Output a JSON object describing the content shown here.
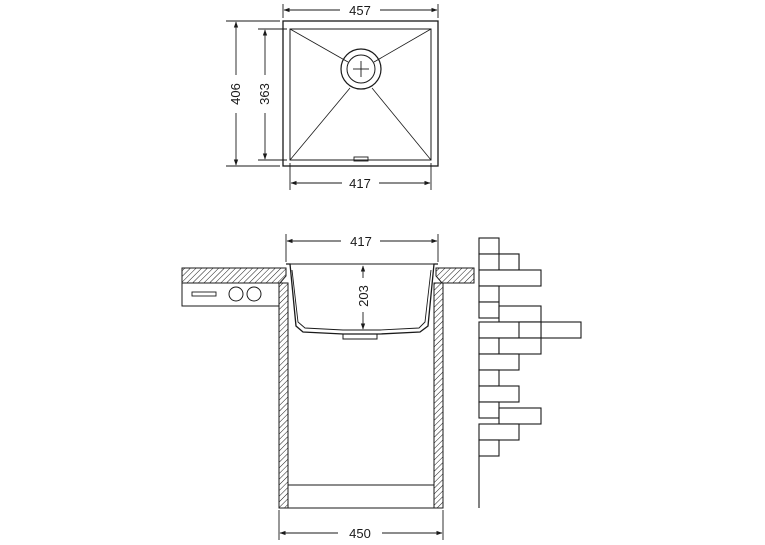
{
  "top_view": {
    "outer_width": "457",
    "outer_height": "406",
    "inner_height": "363",
    "inner_width": "417"
  },
  "section_view": {
    "top_width": "417",
    "bowl_depth": "203",
    "cabinet_width": "450"
  },
  "colors": {
    "line": "#1a1a1a",
    "hatch_fill": "#ffffff"
  }
}
